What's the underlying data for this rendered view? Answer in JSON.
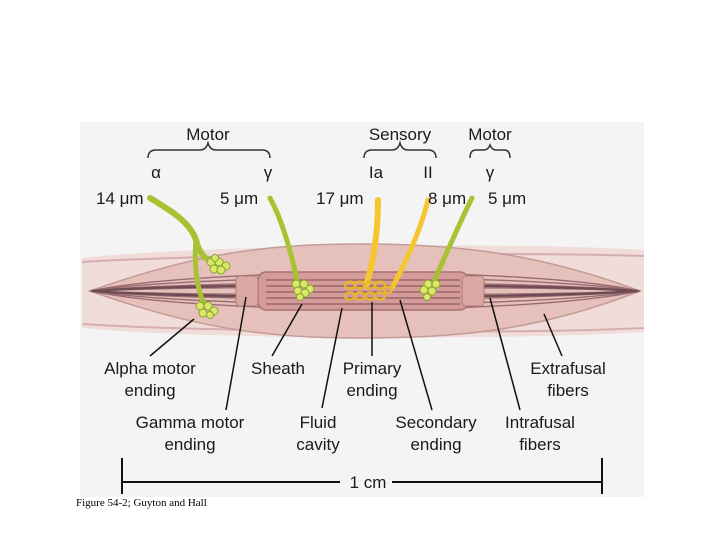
{
  "headers": {
    "motor_left": "Motor",
    "sensory": "Sensory",
    "motor_right": "Motor",
    "alpha": "α",
    "gamma_left": "γ",
    "ia": "Ia",
    "ii": "II",
    "gamma_right": "γ"
  },
  "fiber_sizes": {
    "alpha": "14 μm",
    "gamma_left": "5 μm",
    "ia": "17 μm",
    "ii": "8 μm",
    "gamma_right": "5 μm"
  },
  "labels": {
    "alpha_motor_ending_1": "Alpha motor",
    "alpha_motor_ending_2": "ending",
    "sheath": "Sheath",
    "primary_ending_1": "Primary",
    "primary_ending_2": "ending",
    "extrafusal_fibers_1": "Extrafusal",
    "extrafusal_fibers_2": "fibers",
    "gamma_motor_ending_1": "Gamma motor",
    "gamma_motor_ending_2": "ending",
    "fluid_cavity_1": "Fluid",
    "fluid_cavity_2": "cavity",
    "secondary_ending_1": "Secondary",
    "secondary_ending_2": "ending",
    "intrafusal_fibers_1": "Intrafusal",
    "intrafusal_fibers_2": "fibers"
  },
  "scale_bar": "1 cm",
  "caption": "Figure 54-2; Guyton and Hall",
  "colors": {
    "panel_background": "#f4f4f4",
    "outer_muscle": "#f0dcd8",
    "muscle_fiber": "#b98a90",
    "dark_fiber": "#6e4a52",
    "capsule": "#e6c1bb",
    "motor_nerve": "#a8c234",
    "motor_ending": "#d9e86a",
    "sensory_nerve": "#f5c630",
    "sensory_ending": "#f7d657"
  }
}
